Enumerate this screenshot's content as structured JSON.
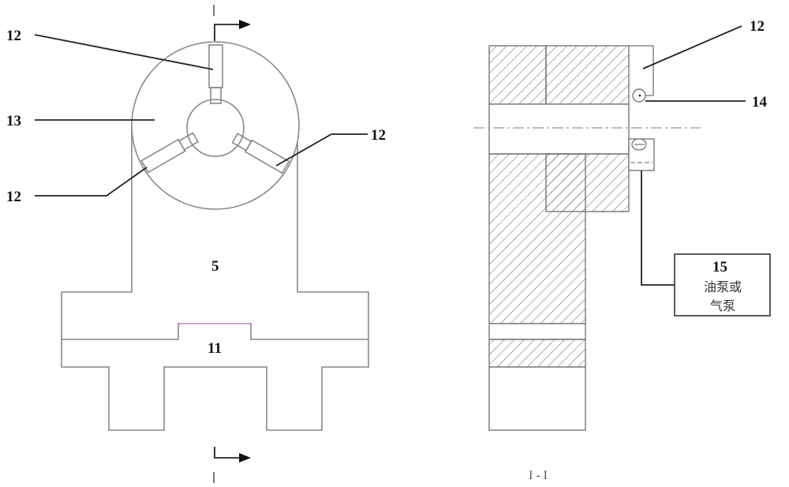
{
  "front_view": {
    "labels": {
      "jaw_top": "12",
      "chuck_body": "13",
      "jaw_lower_left": "12",
      "jaw_lower_right": "12",
      "pedestal": "5",
      "base": "11"
    },
    "section_mark_top": "I",
    "section_mark_bottom": "I"
  },
  "section_view": {
    "labels": {
      "jaw": "12",
      "ball": "14",
      "pump_number": "15",
      "pump_text_line1": "油泵或",
      "pump_text_line2": "气泵"
    },
    "caption": "I - I"
  }
}
